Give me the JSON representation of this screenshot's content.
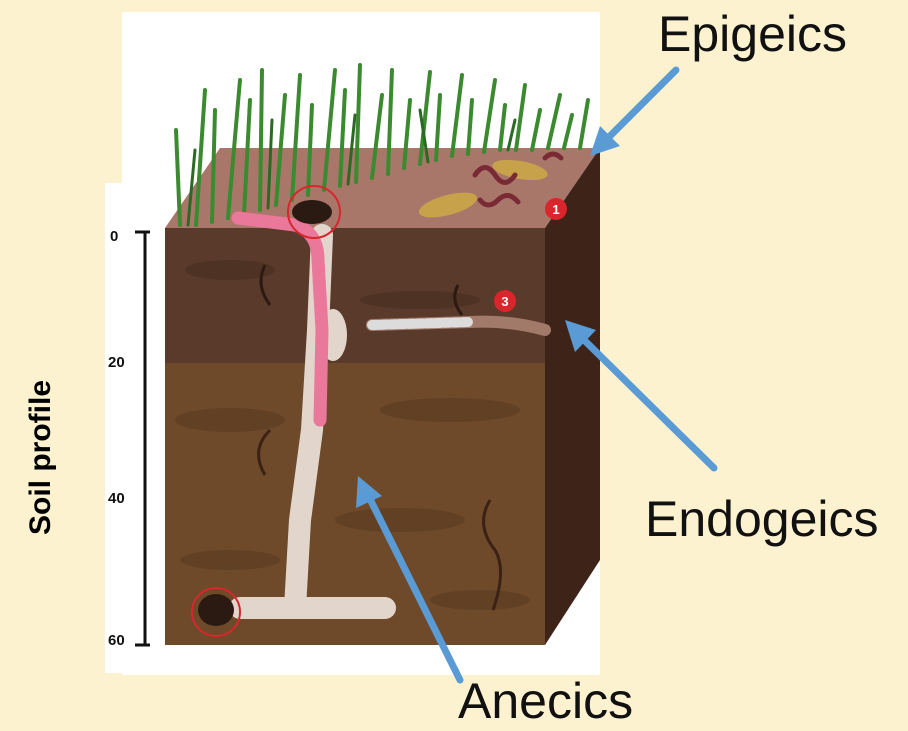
{
  "axis": {
    "label": "Soil profile",
    "ticks": [
      "0",
      "20",
      "40",
      "60"
    ]
  },
  "categories": {
    "epigeics": "Epigeics",
    "endogeics": "Endogeics",
    "anecics": "Anecics"
  },
  "markers": [
    "1",
    "3"
  ],
  "colors": {
    "background": "#fdf2cf",
    "arrow": "#5b9bd5",
    "grass": "#3b8a2f",
    "topsoil": "#5a3a2a",
    "subsoil": "#6e4a2a",
    "burrow": "#e2d6cc",
    "worm_pink": "#e9789b",
    "marker_red": "#d9262c"
  }
}
